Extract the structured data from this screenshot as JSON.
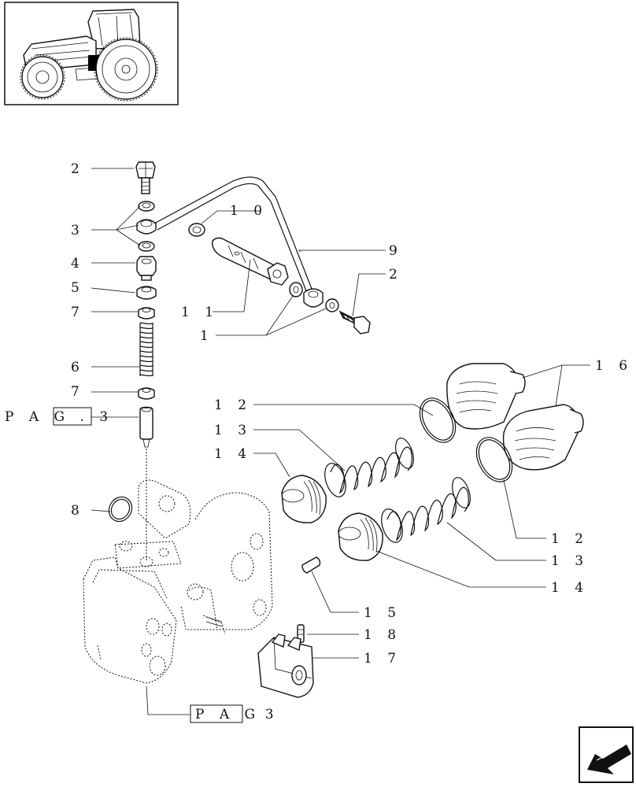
{
  "thumbnail": {
    "icon": "tractor-icon",
    "highlight_color": "#000000"
  },
  "callouts": {
    "c2a": "2",
    "c3": "3",
    "c4": "4",
    "c5": "5",
    "c7a": "7",
    "c6": "6",
    "c7b": "7",
    "c10": "1 0",
    "c9": "9",
    "c2b": "2",
    "c11": "1 1",
    "c1": "1",
    "c16": "1 6",
    "c12a": "1 2",
    "c13a": "1 3",
    "c14a": "1 4",
    "c8": "8",
    "c12b": "1 2",
    "c13b": "1 3",
    "c14b": "1 4",
    "c15": "1 5",
    "c18": "1 8",
    "c17": "1 7"
  },
  "page_refs": {
    "top": {
      "boxed": "P A G . 3",
      "suffix": ""
    },
    "bottom": {
      "boxed": "P A G",
      "suffix": ". 3"
    }
  },
  "nav": {
    "icon": "arrow-back-icon"
  },
  "colors": {
    "line": "#111111",
    "bg": "#ffffff"
  }
}
